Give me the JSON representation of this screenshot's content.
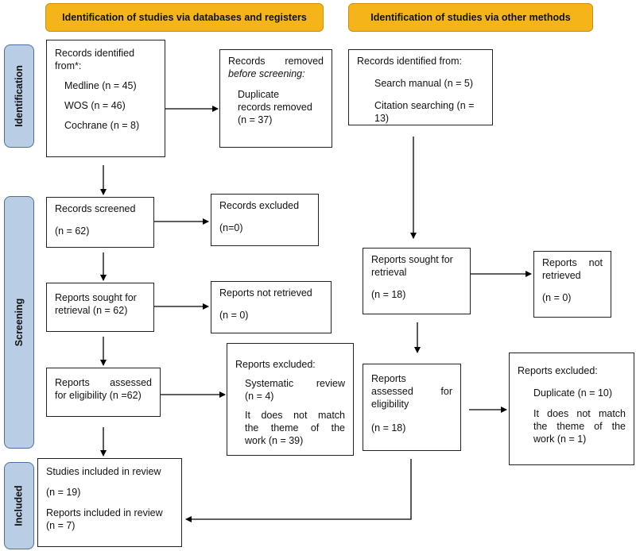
{
  "headers": {
    "left": "Identification of studies via databases and registers",
    "right": "Identification of studies via other methods"
  },
  "stages": {
    "identification": "Identification",
    "screening": "Screening",
    "included": "Included"
  },
  "left": {
    "records_identified": {
      "title_line1": "Records identified",
      "title_line2": "from*:",
      "medline": "Medline (n = 45)",
      "wos": "WOS (n = 46)",
      "cochrane": "Cochrane (n = 8)"
    },
    "records_removed": {
      "line1": "Records removed",
      "line2": "before screening:",
      "item1": "Duplicate",
      "item2": "records removed",
      "item3": "(n = 37)"
    },
    "records_screened": {
      "title": "Records screened",
      "count": "(n = 62)"
    },
    "records_excluded": {
      "title": "Records excluded",
      "count": "(n=0)"
    },
    "reports_sought": {
      "line1": "Reports sought for",
      "line2": "retrieval (n = 62)"
    },
    "reports_not_retrieved": {
      "title": "Reports not retrieved",
      "count": "(n = 0)"
    },
    "reports_assessed": {
      "line1": "Reports assessed",
      "line2": "for eligibility (n =62)"
    },
    "reports_excluded": {
      "title": "Reports excluded:",
      "item1": "Systematic review",
      "item1_count": "(n = 4)",
      "item2_line1": "It does not match",
      "item2_line2": "the theme of the",
      "item2_line3": "work (n = 39)"
    },
    "studies_included": {
      "line1": "Studies included in review",
      "line2": "(n = 19)",
      "line3": "Reports included in review",
      "line4": "(n = 7)"
    }
  },
  "right": {
    "records_identified": {
      "title": "Records identified from:",
      "item1": "Search manual (n = 5)",
      "item2": "Citation searching (n = 13)"
    },
    "reports_sought": {
      "line1": "Reports sought for",
      "line2": "retrieval",
      "count": "(n = 18)"
    },
    "reports_not_retrieved": {
      "line1": "Reports not",
      "line2": "retrieved",
      "count": "(n = 0)"
    },
    "reports_assessed": {
      "line1": "Reports",
      "line2": "assessed for",
      "line3": "eligibility",
      "count": "(n = 18)"
    },
    "reports_excluded": {
      "title": "Reports excluded:",
      "item1": "Duplicate (n = 10)",
      "item2_line1": "It does not match",
      "item2_line2": "the theme of the",
      "item2_line3": "work (n = 1)"
    }
  }
}
